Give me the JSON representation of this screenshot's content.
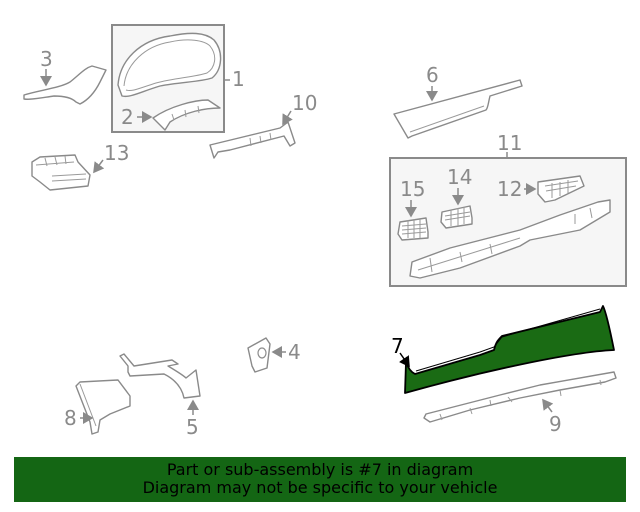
{
  "diagram": {
    "highlight_color": "#1a6b14",
    "highlighted_part": "7",
    "callouts": {
      "p1": "1",
      "p2": "2",
      "p3": "3",
      "p4": "4",
      "p5": "5",
      "p6": "6",
      "p7": "7",
      "p8": "8",
      "p9": "9",
      "p10": "10",
      "p11": "11",
      "p12": "12",
      "p13": "13",
      "p14": "14",
      "p15": "15"
    }
  },
  "banner": {
    "line1": "Part or sub-assembly is #7 in diagram",
    "line2": "Diagram may not be specific to your vehicle",
    "background": "#146614"
  }
}
